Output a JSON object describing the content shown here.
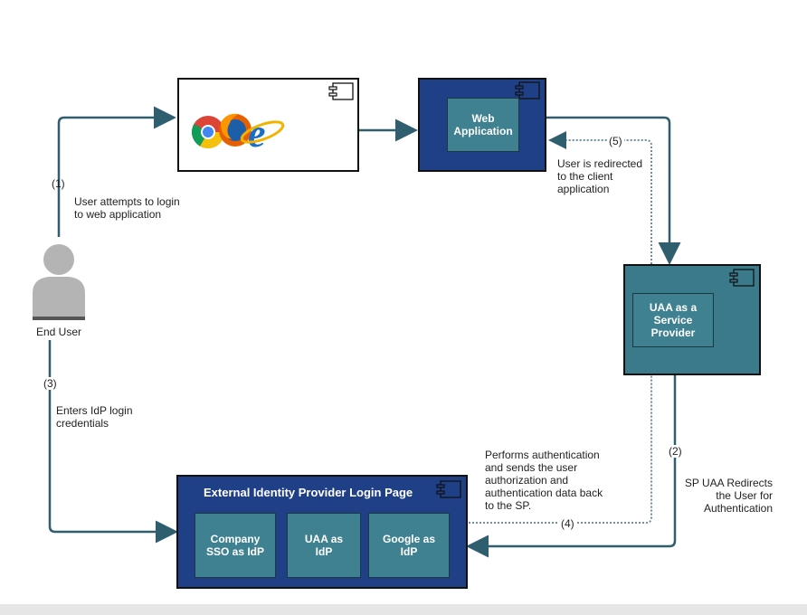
{
  "nodes": {
    "browser": {
      "icon": "browser-icons"
    },
    "web_app": {
      "label": "Web Application"
    },
    "uaa_sp": {
      "label": "UAA as a Service Provider"
    },
    "idp_page": {
      "title": "External Identity Provider Login Page",
      "options": [
        {
          "label": "Company SSO as IdP"
        },
        {
          "label": "UAA as IdP"
        },
        {
          "label": "Google as IdP"
        }
      ]
    },
    "end_user": {
      "label": "End User",
      "icon": "user-icon"
    }
  },
  "steps": {
    "step1": {
      "num": "(1)",
      "text": "User attempts to login to web application"
    },
    "step2": {
      "num": "(2)",
      "text": "SP UAA Redirects the User for Authentication"
    },
    "step3": {
      "num": "(3)",
      "text": "Enters IdP login credentials"
    },
    "step4": {
      "num": "(4)",
      "text": "Performs authentication and sends the user authorization and authentication data back to the SP."
    },
    "step5": {
      "num": "(5)",
      "text": "User is redirected to the client application"
    }
  },
  "colors": {
    "navy": "#1f3f87",
    "teal": "#3a7a8b",
    "arrow": "#2f5f6f"
  }
}
